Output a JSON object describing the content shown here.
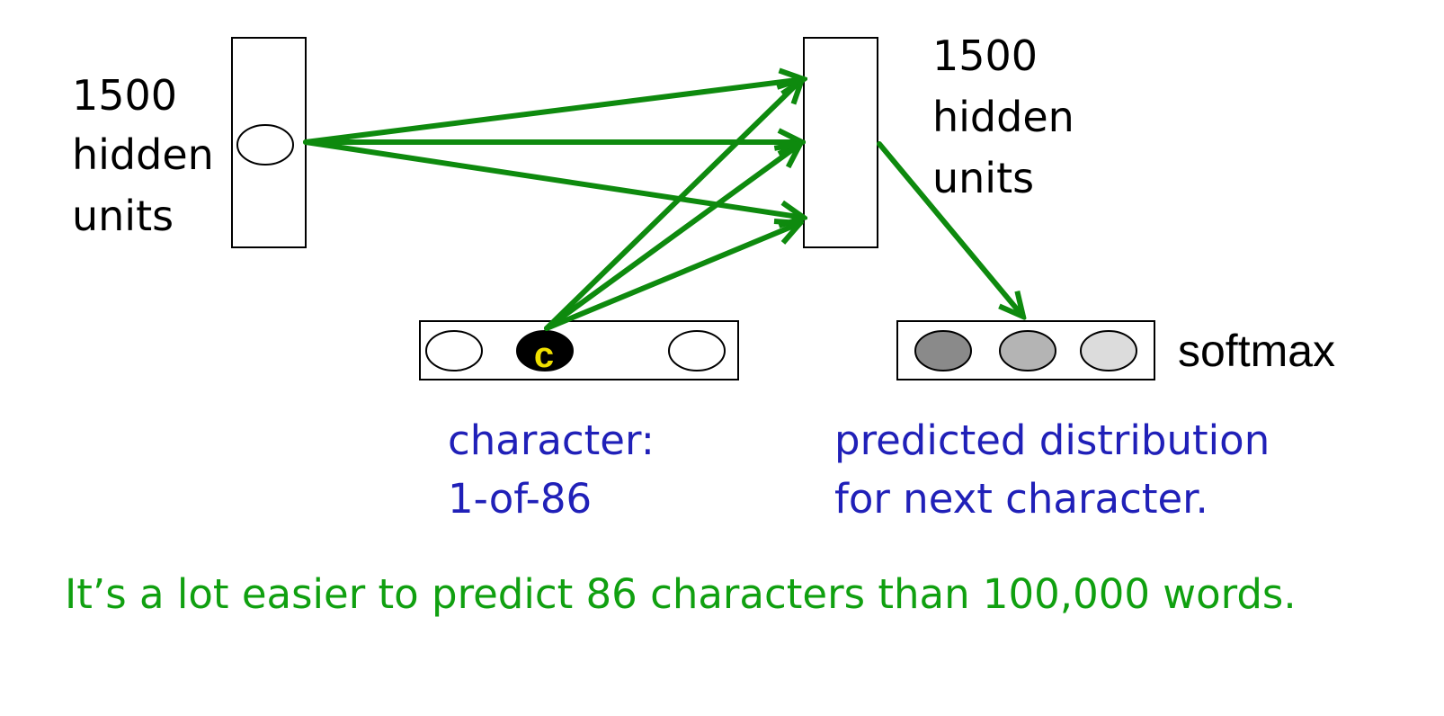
{
  "left_hidden_layer": {
    "count": "1500",
    "line2": "hidden",
    "line3": "units"
  },
  "right_hidden_layer": {
    "count": "1500",
    "line2": "hidden",
    "line3": "units"
  },
  "input_layer": {
    "active_char": "c",
    "caption_line1": "character:",
    "caption_line2": "1-of-86"
  },
  "output_layer": {
    "label": "softmax",
    "caption_line1": "predicted distribution",
    "caption_line2": "for next character.",
    "unit_shades": [
      "#8a8a8a",
      "#b4b4b4",
      "#dcdcdc"
    ]
  },
  "footer_note": "It’s a lot easier to predict 86 characters than 100,000 words.",
  "colors": {
    "arrow": "#0e8a0e",
    "caption_blue": "#2020b8",
    "footer_green": "#10a010",
    "char_letter": "#f0e000",
    "char_unit_fill": "#000000"
  }
}
